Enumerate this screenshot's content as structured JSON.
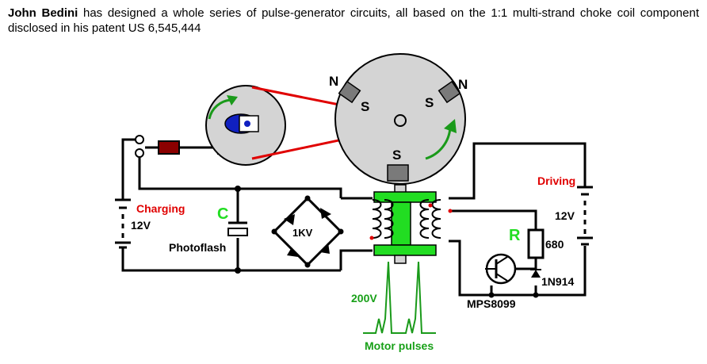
{
  "intro": {
    "name": "John Bedini",
    "text": " has designed a whole series of pulse-generator circuits, all based on the 1:1 multi-strand choke coil component disclosed in his patent US 6,545,444"
  },
  "labels": {
    "pole_n_left": "N",
    "pole_s_left": "S",
    "pole_n_right": "N",
    "pole_s_right": "S",
    "pole_s_bottom": "S",
    "charging": "Charging",
    "charging_voltage": "12V",
    "capacitor_letter": "C",
    "capacitor_name": "Photoflash",
    "bridge": "1KV",
    "driving": "Driving",
    "driving_voltage": "12V",
    "resistor_letter": "R",
    "resistor_value": "680",
    "diode": "1N914",
    "transistor": "MPS8099",
    "pulse_voltage": "200V",
    "pulse_caption": "Motor pulses"
  },
  "colors": {
    "wire": "#000000",
    "belt": "#e00000",
    "rotor": "#d4d4d4",
    "magnet": "#7a7a7a",
    "coil_core": "#22dd22",
    "green_text": "#18a018",
    "red_text": "#e00000",
    "switch_cam": "#1020c0",
    "contact": "#8b0000"
  }
}
